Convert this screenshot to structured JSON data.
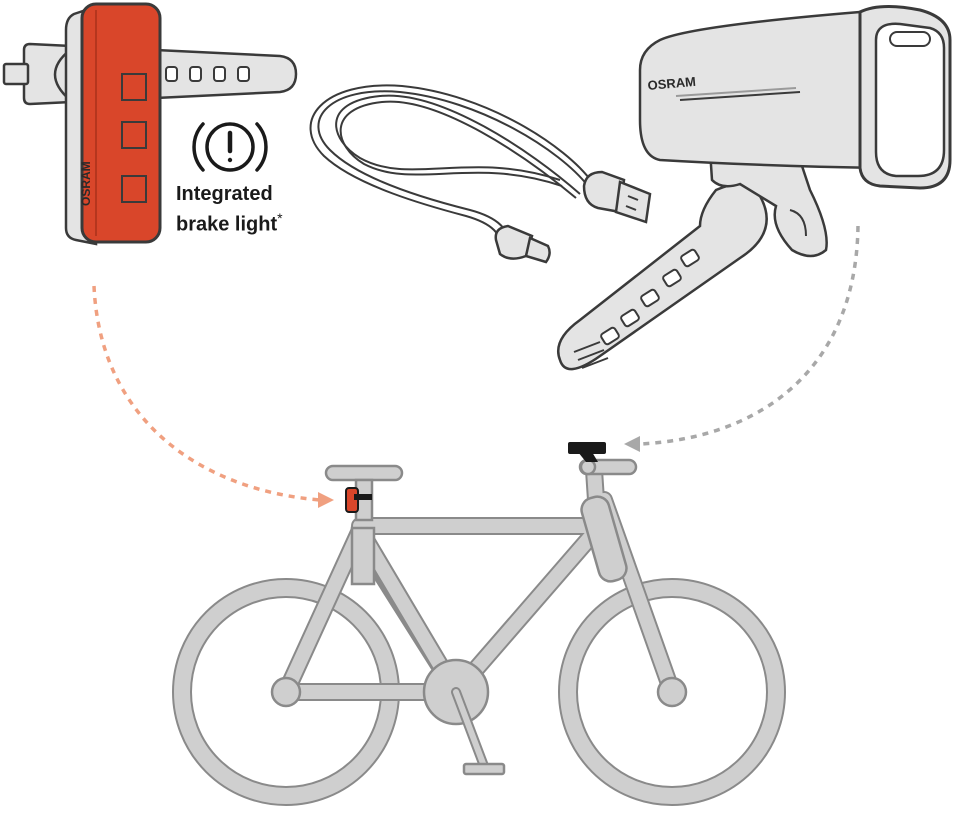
{
  "brand": "OSRAM",
  "brake_light": {
    "line1": "Integrated",
    "line2": "brake light",
    "footnote_mark": "*"
  },
  "colors": {
    "tail_light": "#d9462a",
    "tail_arrow": "#f0a080",
    "head_arrow": "#a8a8a8",
    "bike_fill": "#cfcfcf",
    "bike_stroke": "#8a8a8a",
    "product_fill": "#e4e4e4",
    "outline": "#3a3a3a",
    "headlight_mount": "#1a1a1a"
  },
  "icons": [
    "brake-warning-icon",
    "usb-c-connector-icon",
    "usb-a-connector-icon"
  ]
}
